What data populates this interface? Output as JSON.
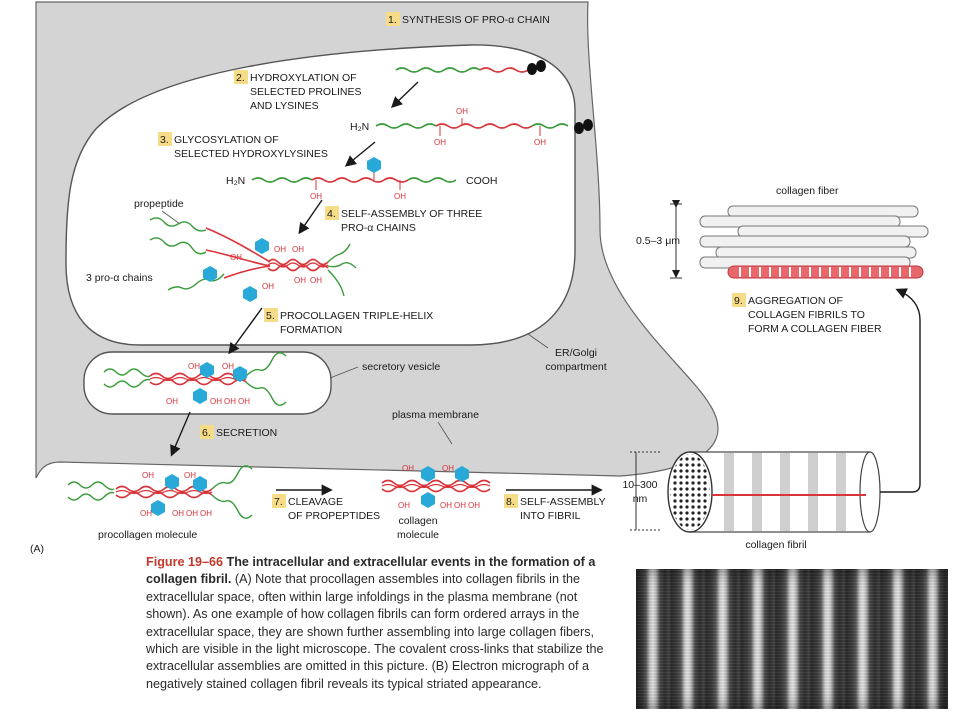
{
  "steps": {
    "s1": {
      "num": "1.",
      "text": "SYNTHESIS OF PRO-α CHAIN"
    },
    "s2": {
      "num": "2.",
      "lines": [
        "HYDROXYLATION OF",
        "SELECTED PROLINES",
        "AND LYSINES"
      ]
    },
    "s3": {
      "num": "3.",
      "lines": [
        "GLYCOSYLATION OF",
        "SELECTED HYDROXYLYSINES"
      ]
    },
    "s4": {
      "num": "4.",
      "lines": [
        "SELF-ASSEMBLY OF THREE",
        "PRO-α CHAINS"
      ]
    },
    "s5": {
      "num": "5.",
      "lines": [
        "PROCOLLAGEN TRIPLE-HELIX",
        "FORMATION"
      ]
    },
    "s6": {
      "num": "6.",
      "text": "SECRETION"
    },
    "s7": {
      "num": "7.",
      "lines": [
        "CLEAVAGE",
        "OF PROPEPTIDES"
      ]
    },
    "s8": {
      "num": "8.",
      "lines": [
        "SELF-ASSEMBLY",
        "INTO FIBRIL"
      ]
    },
    "s9": {
      "num": "9.",
      "lines": [
        "AGGREGATION OF",
        "COLLAGEN FIBRILS TO",
        "FORM A COLLAGEN FIBER"
      ]
    }
  },
  "labels": {
    "h2n_1": "H₂N",
    "h2n_2": "H₂N",
    "cooh": "COOH",
    "oh": "OH",
    "propeptide": "propeptide",
    "three_chains": "3 pro-α chains",
    "secretory_vesicle": "secretory vesicle",
    "er_golgi": [
      "ER/Golgi",
      "compartment"
    ],
    "plasma_membrane": "plasma membrane",
    "procollagen_molecule": "procollagen molecule",
    "collagen_molecule": [
      "collagen",
      "molecule"
    ],
    "collagen_fiber": "collagen fiber",
    "fiber_size": "0.5–3 μm",
    "fibril_size": [
      "10–300",
      "nm"
    ],
    "collagen_fibril": "collagen fibril",
    "panel": "(A)"
  },
  "caption": {
    "title": "Figure 19–66",
    "bold_rest": "The intracellular and extracellular events in the formation of a collagen fibril.",
    "body": "(A) Note that procollagen assembles into collagen fibrils in the extracellular space, often within large infoldings in the plasma membrane (not shown). As one example of how collagen fibrils can form ordered arrays in the extracellular space, they are shown further assembling into large collagen fibers, which are visible in the light microscope. The covalent cross-links that stabilize the extracellular assemblies are omitted in this picture. (B) Electron micrograph of a negatively stained collagen fibril reveals its typical striated appearance."
  },
  "colors": {
    "cell": "#d4d4d4",
    "er": "#ffffff",
    "chain_green": "#3a9b3a",
    "chain_red": "#d8343a",
    "sugar": "#29a9d8",
    "step_badge": "#f6dc86",
    "arrow": "#1a1a1a"
  }
}
